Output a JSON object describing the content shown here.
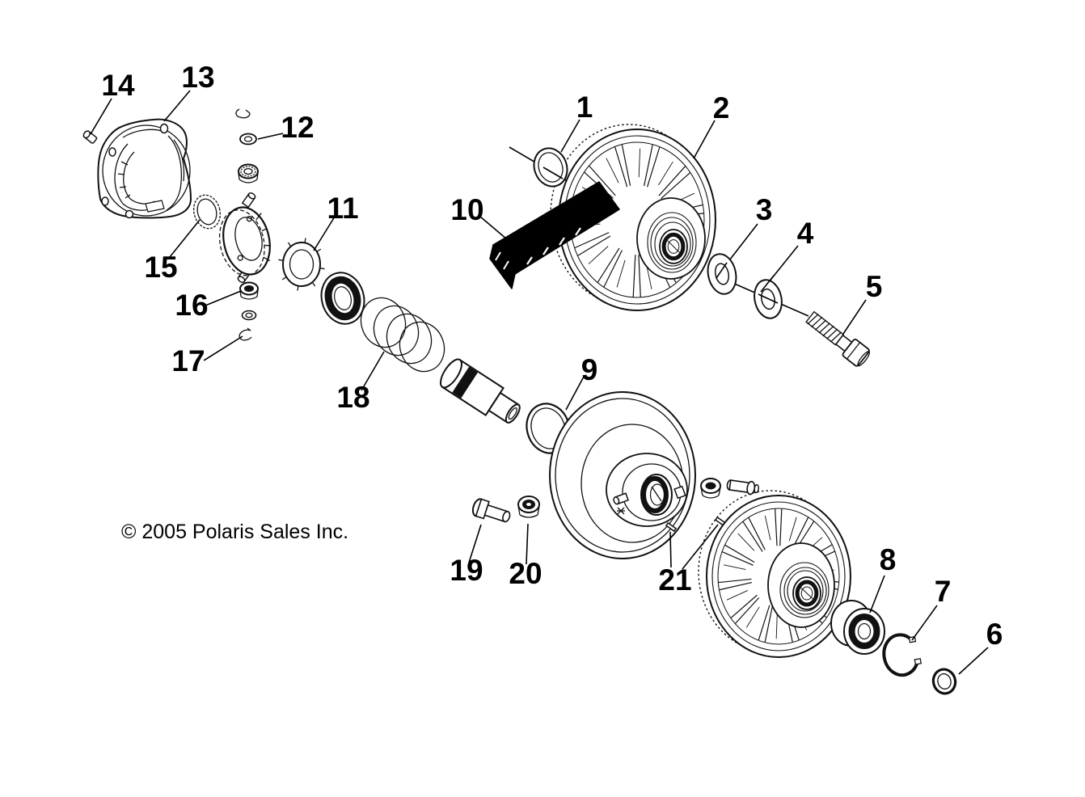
{
  "diagram": {
    "copyright": "© 2005 Polaris Sales Inc."
  },
  "callouts": {
    "c1": {
      "label": "1"
    },
    "c2": {
      "label": "2"
    },
    "c3": {
      "label": "3"
    },
    "c4": {
      "label": "4"
    },
    "c5": {
      "label": "5"
    },
    "c6": {
      "label": "6"
    },
    "c7": {
      "label": "7"
    },
    "c8": {
      "label": "8"
    },
    "c9": {
      "label": "9"
    },
    "c10": {
      "label": "10"
    },
    "c11": {
      "label": "11"
    },
    "c12": {
      "label": "12"
    },
    "c13": {
      "label": "13"
    },
    "c14": {
      "label": "14"
    },
    "c15": {
      "label": "15"
    },
    "c16": {
      "label": "16"
    },
    "c17": {
      "label": "17"
    },
    "c18": {
      "label": "18"
    },
    "c19": {
      "label": "19"
    },
    "c20": {
      "label": "20"
    },
    "c21": {
      "label": "21"
    }
  },
  "colors": {
    "background": "#ffffff",
    "line": "#111111",
    "belt": "#000000"
  }
}
